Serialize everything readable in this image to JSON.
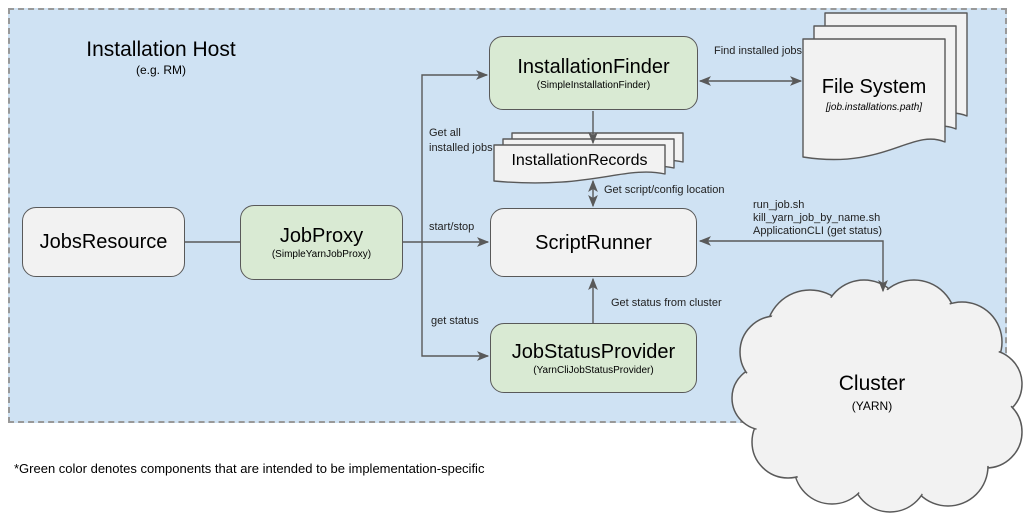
{
  "colors": {
    "container_bg": "#cfe2f3",
    "green": "#d9ead3",
    "gray": "#f2f2f2",
    "stroke": "#595959",
    "dash_border": "#999999",
    "label_text": "#222222"
  },
  "host": {
    "title": "Installation Host",
    "subtitle": "(e.g. RM)"
  },
  "nodes": {
    "jobs_resource": {
      "label": "JobsResource"
    },
    "job_proxy": {
      "label": "JobProxy",
      "sublabel": "(SimpleYarnJobProxy)"
    },
    "installation_finder": {
      "label": "InstallationFinder",
      "sublabel": "(SimpleInstallationFinder)"
    },
    "script_runner": {
      "label": "ScriptRunner"
    },
    "job_status_provider": {
      "label": "JobStatusProvider",
      "sublabel": "(YarnCliJobStatusProvider)"
    },
    "installation_records": {
      "label": "InstallationRecords"
    },
    "file_system": {
      "label": "File System",
      "sublabel": "[job.installations.path]"
    },
    "cluster": {
      "label": "Cluster",
      "sublabel": "(YARN)"
    }
  },
  "edge_labels": {
    "find_installed_jobs": "Find installed jobs",
    "get_all_line1": "Get all",
    "get_all_line2": "installed jobs",
    "start_stop": "start/stop",
    "get_status": "get status",
    "get_script_config_location": "Get script/config location",
    "get_status_from_cluster": "Get status from cluster",
    "script_line1": "run_job.sh",
    "script_line2": "kill_yarn_job_by_name.sh",
    "script_line3": "ApplicationCLI (get status)"
  },
  "footnote": "*Green color denotes components that are intended to be implementation-specific"
}
